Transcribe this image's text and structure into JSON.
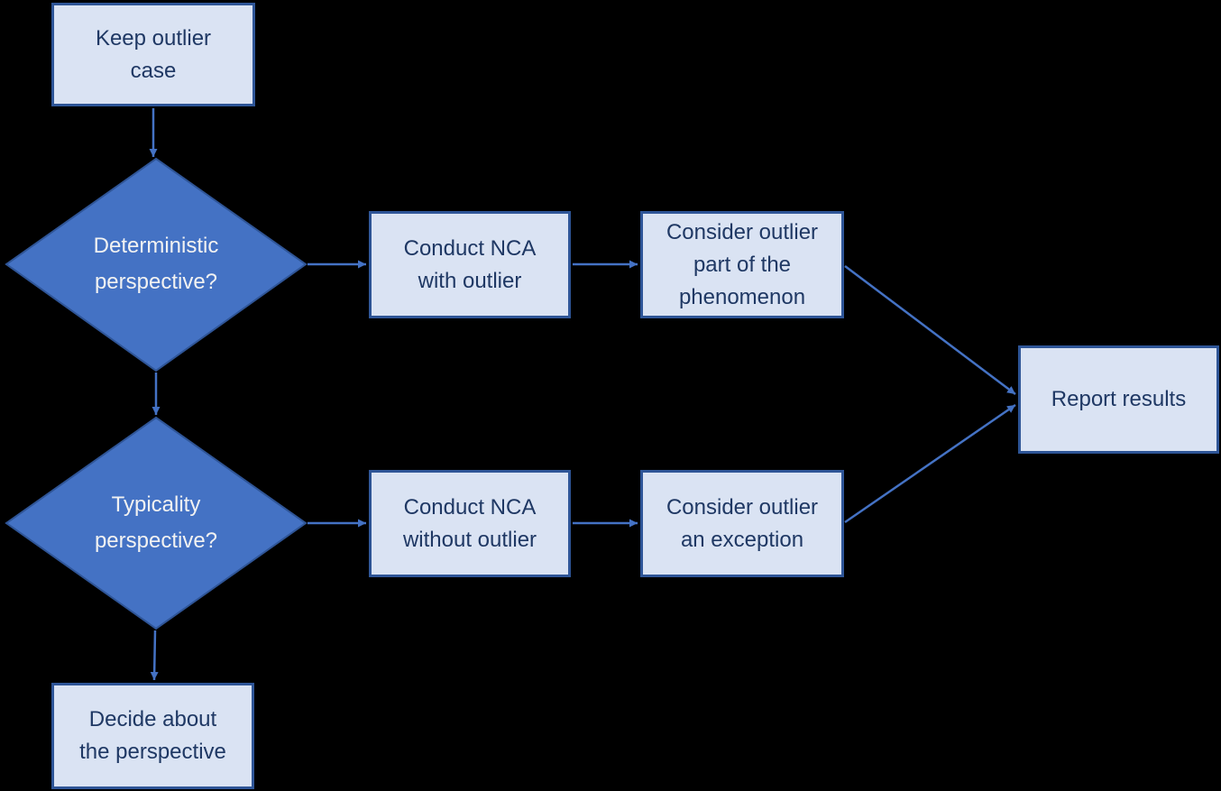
{
  "diagram": {
    "title": "NCA outlier decision flowchart",
    "background_color": "#000000",
    "colors": {
      "process_fill": "#dae3f3",
      "process_border": "#2e5597",
      "process_text": "#1f3864",
      "decision_fill": "#4472c4",
      "decision_border": "#2f5597",
      "decision_text": "#f2f2f2",
      "arrow": "#4472c4"
    },
    "nodes": {
      "keep_outlier": {
        "type": "process",
        "label": "Keep  outlier\ncase"
      },
      "deterministic": {
        "type": "decision",
        "label": "Deterministic\nperspective?"
      },
      "conduct_nca_with": {
        "type": "process",
        "label": "Conduct NCA\nwith outlier"
      },
      "consider_part": {
        "type": "process",
        "label": "Consider outlier\npart of the\nphenomenon"
      },
      "report_results": {
        "type": "process",
        "label": "Report results"
      },
      "typicality": {
        "type": "decision",
        "label": "Typicality\nperspective?"
      },
      "conduct_nca_without": {
        "type": "process",
        "label": "Conduct NCA\nwithout outlier"
      },
      "consider_exception": {
        "type": "process",
        "label": "Consider outlier\nan exception"
      },
      "decide_perspective": {
        "type": "process",
        "label": "Decide about\nthe perspective"
      }
    },
    "edges": [
      {
        "from": "keep_outlier",
        "to": "deterministic"
      },
      {
        "from": "deterministic",
        "to": "conduct_nca_with"
      },
      {
        "from": "conduct_nca_with",
        "to": "consider_part"
      },
      {
        "from": "consider_part",
        "to": "report_results"
      },
      {
        "from": "deterministic",
        "to": "typicality"
      },
      {
        "from": "typicality",
        "to": "conduct_nca_without"
      },
      {
        "from": "conduct_nca_without",
        "to": "consider_exception"
      },
      {
        "from": "consider_exception",
        "to": "report_results"
      },
      {
        "from": "typicality",
        "to": "decide_perspective"
      }
    ]
  }
}
